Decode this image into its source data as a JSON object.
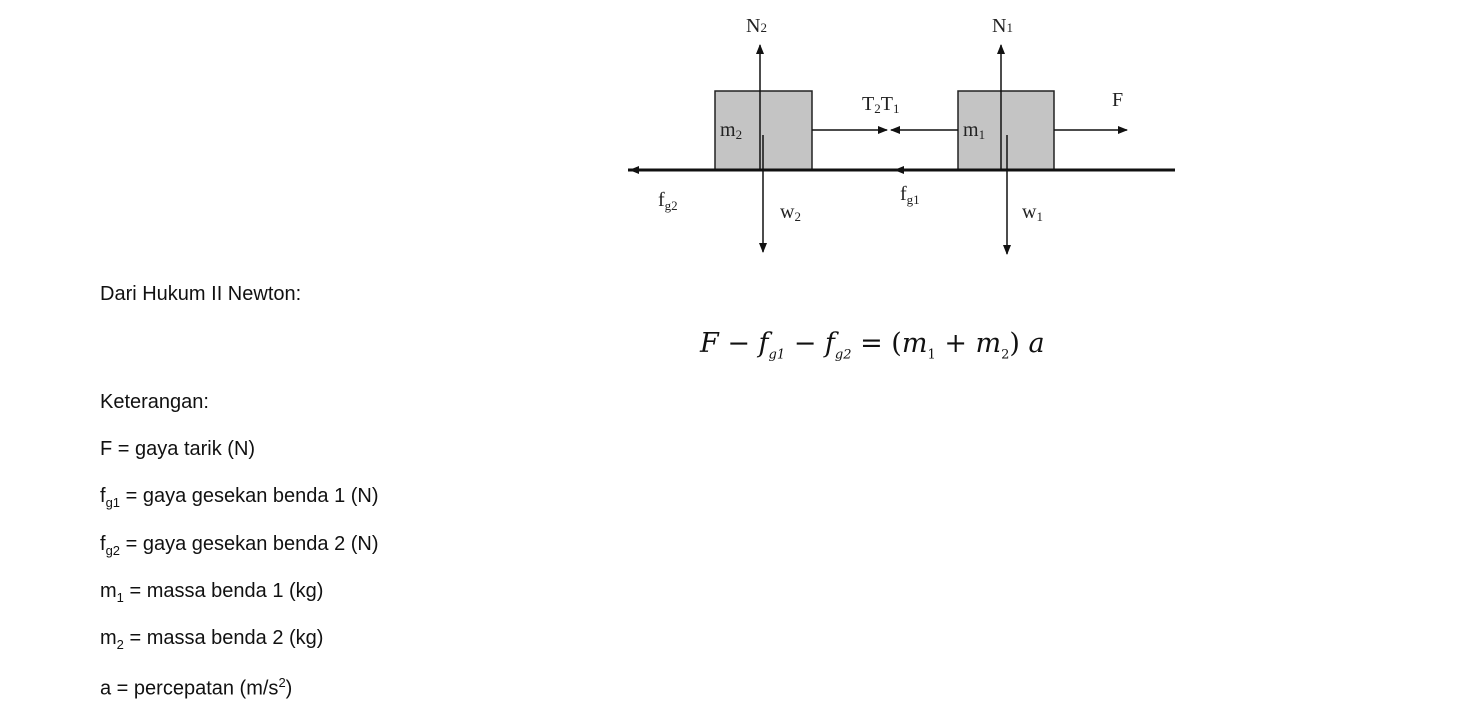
{
  "diagram": {
    "labels": {
      "N2": "N",
      "N2_sub": "2",
      "N1": "N",
      "N1_sub": "1",
      "T2": "T",
      "T2_sub": "2",
      "T1": "T",
      "T1_sub": "1",
      "F": "F",
      "m2": "m",
      "m2_sub": "2",
      "m1": "m",
      "m1_sub": "1",
      "fg2": "f",
      "fg2_sub": "g2",
      "fg1": "f",
      "fg1_sub": "g1",
      "w2": "w",
      "w2_sub": "2",
      "w1": "w",
      "w1_sub": "1"
    }
  },
  "intro": "Dari Hukum II Newton:",
  "equation": {
    "F": "F − ",
    "f1": "f",
    "f1s": "g1",
    "m": " − ",
    "f2": "f",
    "f2s": "g2",
    "eq": " = (",
    "m1": "m",
    "m1s": "1",
    "plus": " + ",
    "m2": "m",
    "m2s": "2",
    "close": ") ",
    "a": "a"
  },
  "legend_title": "Keterangan:",
  "legend": [
    {
      "sym": "F",
      "sub": "",
      "desc": " = gaya tarik (N)"
    },
    {
      "sym": "f",
      "sub": "g1",
      "desc": " = gaya gesekan benda 1 (N)"
    },
    {
      "sym": "f",
      "sub": "g2",
      "desc": " = gaya gesekan benda 2 (N)"
    },
    {
      "sym": "m",
      "sub": "1",
      "desc": " = massa benda 1 (kg)"
    },
    {
      "sym": "m",
      "sub": "2",
      "desc": " = massa benda 2 (kg)"
    },
    {
      "sym": "a = percepatan (m/s",
      "sup": "2",
      "desc": ")"
    }
  ]
}
